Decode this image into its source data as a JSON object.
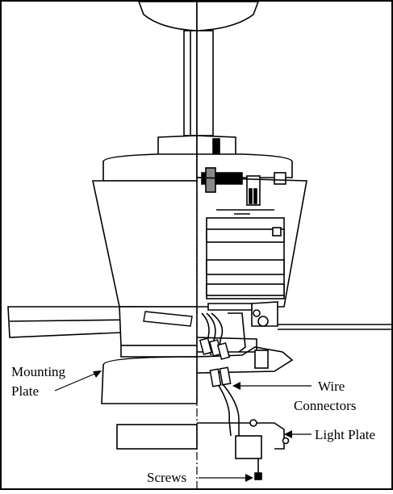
{
  "diagram": {
    "labels": {
      "mounting_plate_line1": "Mounting",
      "mounting_plate_line2": "Plate",
      "wire_connectors_line1": "Wire",
      "wire_connectors_line2": "Connectors",
      "light_plate": "Light Plate",
      "screws": "Screws"
    },
    "colors": {
      "line": "#000000",
      "background": "#ffffff"
    }
  }
}
